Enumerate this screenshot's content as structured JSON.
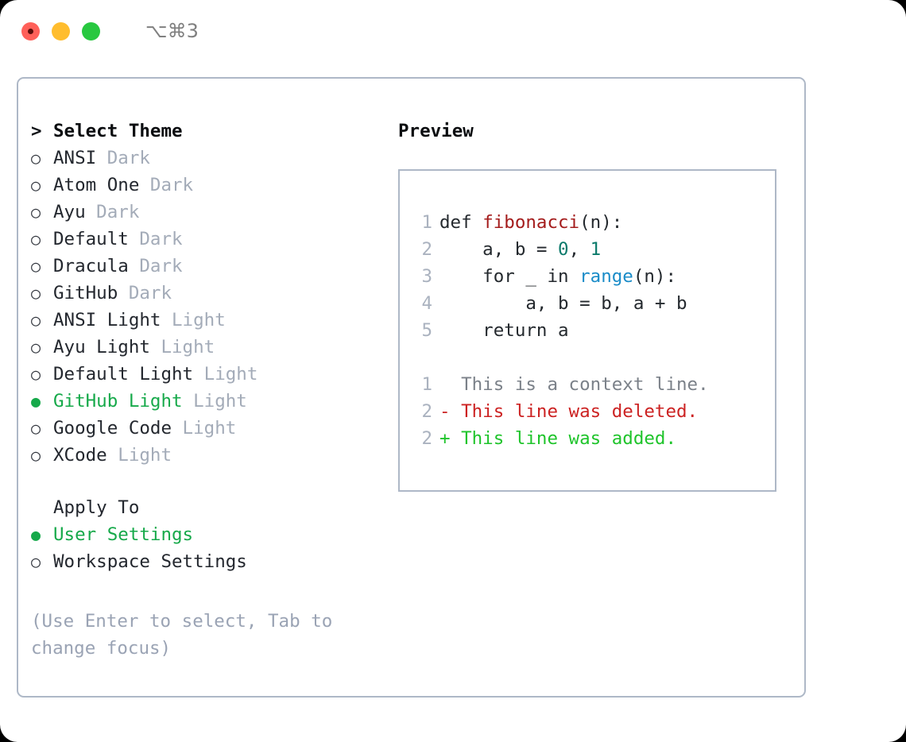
{
  "titlebar": {
    "lights": [
      {
        "name": "close",
        "color": "#ff6059"
      },
      {
        "name": "minimize",
        "color": "#ffbd2e"
      },
      {
        "name": "zoom",
        "color": "#28c840"
      }
    ],
    "shortcut": "⌥⌘3"
  },
  "theme_picker": {
    "header": "Select Theme",
    "header_marker": ">",
    "marker_off": "○",
    "marker_on": "●",
    "accent_color": "#16a94a",
    "items": [
      {
        "name": "ANSI",
        "variant": "Dark",
        "selected": false
      },
      {
        "name": "Atom One",
        "variant": "Dark",
        "selected": false
      },
      {
        "name": "Ayu",
        "variant": "Dark",
        "selected": false
      },
      {
        "name": "Default",
        "variant": "Dark",
        "selected": false
      },
      {
        "name": "Dracula",
        "variant": "Dark",
        "selected": false
      },
      {
        "name": "GitHub",
        "variant": "Dark",
        "selected": false
      },
      {
        "name": "ANSI Light",
        "variant": "Light",
        "selected": false
      },
      {
        "name": "Ayu Light",
        "variant": "Light",
        "selected": false
      },
      {
        "name": "Default Light",
        "variant": "Light",
        "selected": false
      },
      {
        "name": "GitHub Light",
        "variant": "Light",
        "selected": true
      },
      {
        "name": "Google Code",
        "variant": "Light",
        "selected": false
      },
      {
        "name": "XCode",
        "variant": "Light",
        "selected": false
      }
    ]
  },
  "apply_to": {
    "header": "Apply To",
    "items": [
      {
        "name": "User Settings",
        "selected": true
      },
      {
        "name": "Workspace Settings",
        "selected": false
      }
    ]
  },
  "hint": "(Use Enter to select, Tab to change focus)",
  "preview": {
    "title": "Preview",
    "code_lines": [
      {
        "no": "1",
        "tokens": [
          {
            "t": "def ",
            "c": "plain"
          },
          {
            "t": "fibonacci",
            "c": "fn"
          },
          {
            "t": "(n):",
            "c": "plain"
          }
        ]
      },
      {
        "no": "2",
        "tokens": [
          {
            "t": "    a, b = ",
            "c": "plain"
          },
          {
            "t": "0",
            "c": "num"
          },
          {
            "t": ", ",
            "c": "plain"
          },
          {
            "t": "1",
            "c": "num"
          }
        ]
      },
      {
        "no": "3",
        "tokens": [
          {
            "t": "    for _ in ",
            "c": "plain"
          },
          {
            "t": "range",
            "c": "call"
          },
          {
            "t": "(n):",
            "c": "plain"
          }
        ]
      },
      {
        "no": "4",
        "tokens": [
          {
            "t": "        a, b = b, a + b",
            "c": "plain"
          }
        ]
      },
      {
        "no": "5",
        "tokens": [
          {
            "t": "    return a",
            "c": "plain"
          }
        ]
      }
    ],
    "diff_lines": [
      {
        "no": "1",
        "sign": " ",
        "text": " This is a context line.",
        "c": "ctx"
      },
      {
        "no": "2",
        "sign": "-",
        "text": " This line was deleted.",
        "c": "del"
      },
      {
        "no": "2",
        "sign": "+",
        "text": " This line was added.",
        "c": "add"
      }
    ]
  }
}
